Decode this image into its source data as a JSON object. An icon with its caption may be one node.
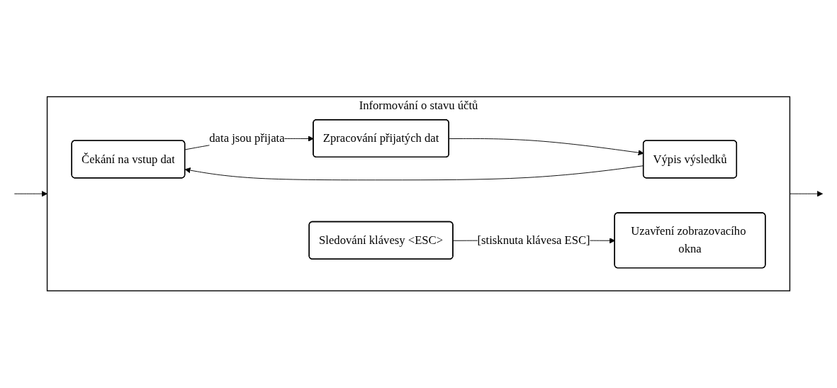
{
  "diagram": {
    "nodes": [
      {
        "text": [
          "Informování o stavu účtů"
        ]
      },
      {
        "text": [
          "Čekání na vstup dat"
        ],
        "in": 0
      },
      {
        "text": [
          "Zpracování přijatých dat"
        ],
        "in": 0
      },
      {
        "text": [
          "Výpis výsledků"
        ],
        "in": 0
      },
      {
        "text": [
          "Sledování klávesy <ESC>"
        ],
        "in": 0
      },
      {
        "text": [
          "Uzavření zobrazovacího okna"
        ],
        "in": 0
      }
    ],
    "edges": [
      {
        "from": null,
        "to": 0,
        "arrow": "to"
      },
      {
        "from": 1,
        "to": 2,
        "arrow": "to",
        "label": "data jsou přijata"
      },
      {
        "from": 2,
        "to": 3,
        "arrow": "to"
      },
      {
        "from": 3,
        "to": 1,
        "arrow": "to"
      },
      {
        "from": 4,
        "to": 5,
        "arrow": "to",
        "label": "[stisknuta klávesa ESC]"
      },
      {
        "from": 0,
        "to": null,
        "arrow": "to"
      }
    ]
  }
}
